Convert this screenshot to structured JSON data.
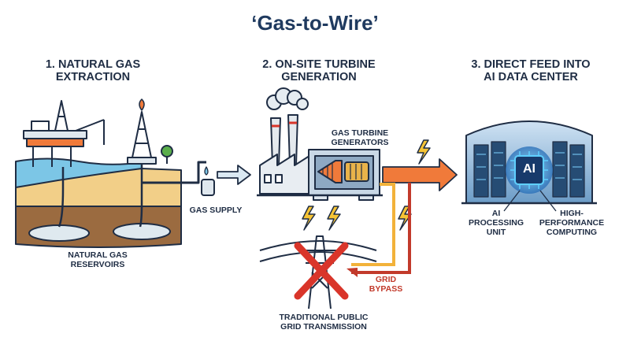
{
  "title": "‘Gas-to-Wire’",
  "stages": [
    {
      "heading": "1. NATURAL GAS\nEXTRACTION"
    },
    {
      "heading": "2. ON-SITE TURBINE\nGENERATION"
    },
    {
      "heading": "3. DIRECT FEED INTO\nAI DATA CENTER"
    }
  ],
  "labels": {
    "reservoirs": "NATURAL GAS\nRESERVOIRS",
    "gas_supply": "GAS SUPPLY",
    "turbine": "GAS TURBINE\nGENERATORS",
    "grid": "TRADITIONAL PUBLIC\nGRID TRANSMISSION",
    "bypass": "GRID\nBYPASS",
    "ai_unit": "AI\nPROCESSING\nUNIT",
    "hpc": "HIGH-\nPERFORMANCE\nCOMPUTING",
    "chip": "AI"
  },
  "colors": {
    "navy": "#1f2d44",
    "sea": "#7cc6e6",
    "sand": "#f2cf88",
    "soil": "#9b6b40",
    "gas": "#dfe9ef",
    "arrow_orange": "#f07a3a",
    "bolt": "#f6c435",
    "cross": "#d9352a",
    "bypass_red": "#c23a2b",
    "building_blue": "#3f7fb8",
    "chip_glow": "#5fd0ff"
  }
}
